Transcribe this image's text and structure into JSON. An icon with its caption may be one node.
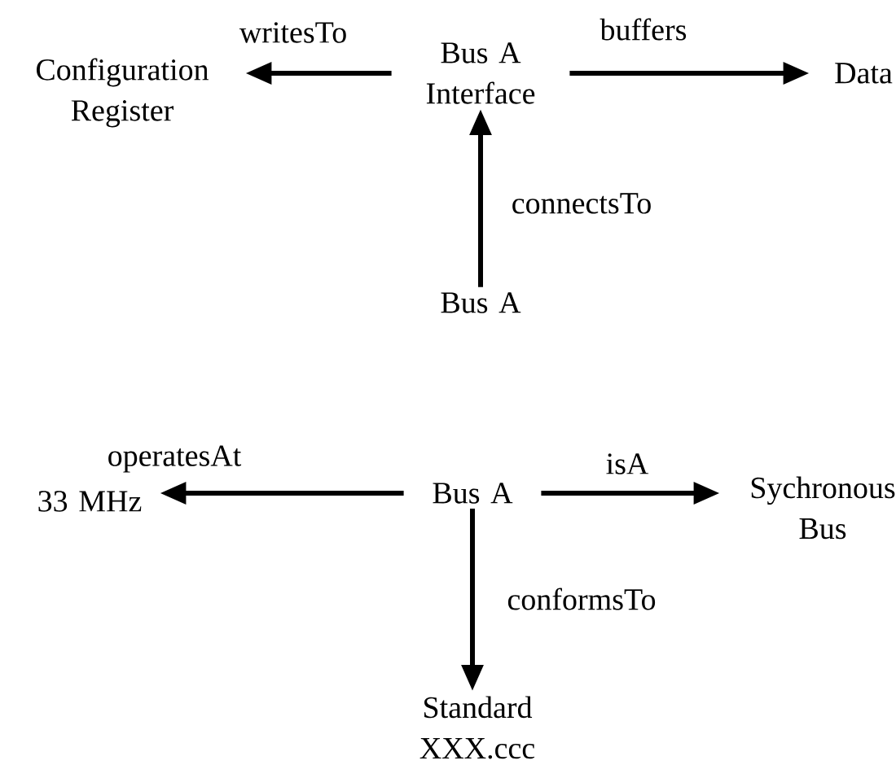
{
  "diagram": {
    "nodes": [
      {
        "text": [
          "Bus A Interface"
        ]
      },
      {
        "text": [
          "Configuration Register"
        ]
      },
      {
        "text": [
          "Data"
        ]
      },
      {
        "text": [
          "Bus A"
        ]
      },
      {
        "text": [
          "Bus A"
        ]
      },
      {
        "text": [
          "33 MHz"
        ]
      },
      {
        "text": [
          "Sychronous Bus"
        ]
      },
      {
        "text": [
          "Standard XXX.ccc"
        ]
      }
    ],
    "edges": [
      {
        "from": 0,
        "to": 1,
        "arrow": "to",
        "label": "writesTo"
      },
      {
        "from": 0,
        "to": 2,
        "arrow": "to",
        "label": "buffers"
      },
      {
        "from": 3,
        "to": 0,
        "arrow": "to",
        "label": "connectsTo"
      },
      {
        "from": 4,
        "to": 5,
        "arrow": "to",
        "label": "operatesAt"
      },
      {
        "from": 4,
        "to": 6,
        "arrow": "to",
        "label": "isA"
      },
      {
        "from": 4,
        "to": 7,
        "arrow": "to",
        "label": "conformsTo"
      }
    ]
  }
}
